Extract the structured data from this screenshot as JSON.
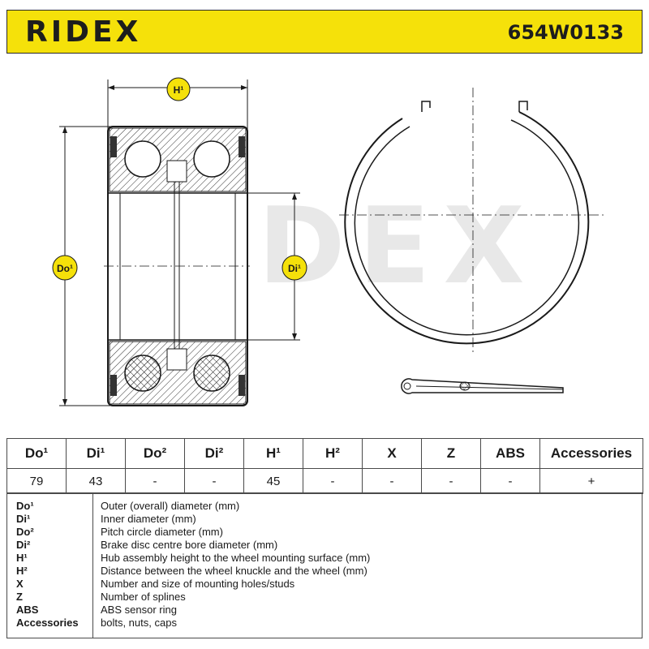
{
  "header": {
    "brand": "RIDEX",
    "part_number": "654W0133"
  },
  "drawing": {
    "watermark": "RIDEX",
    "labels": {
      "h1": "H¹",
      "do1": "Do¹",
      "di1": "Di¹"
    },
    "colors": {
      "accent": "#f5e10a",
      "line": "#1a1a1a"
    }
  },
  "table": {
    "headers": [
      "Do¹",
      "Di¹",
      "Do²",
      "Di²",
      "H¹",
      "H²",
      "X",
      "Z",
      "ABS",
      "Accessories"
    ],
    "values": [
      "79",
      "43",
      "-",
      "-",
      "45",
      "-",
      "-",
      "-",
      "-",
      "+"
    ]
  },
  "legend": [
    {
      "code": "Do¹",
      "desc": "Outer (overall) diameter (mm)"
    },
    {
      "code": "Di¹",
      "desc": "Inner diameter (mm)"
    },
    {
      "code": "Do²",
      "desc": "Pitch circle diameter (mm)"
    },
    {
      "code": "Di²",
      "desc": "Brake disc centre bore diameter (mm)"
    },
    {
      "code": "H¹",
      "desc": "Hub assembly height to the wheel mounting surface (mm)"
    },
    {
      "code": "H²",
      "desc": "Distance between the wheel knuckle and the wheel (mm)"
    },
    {
      "code": "X",
      "desc": "Number and size of mounting holes/studs"
    },
    {
      "code": "Z",
      "desc": "Number of splines"
    },
    {
      "code": "ABS",
      "desc": "ABS sensor ring"
    },
    {
      "code": "Accessories",
      "desc": "bolts, nuts, caps"
    }
  ]
}
